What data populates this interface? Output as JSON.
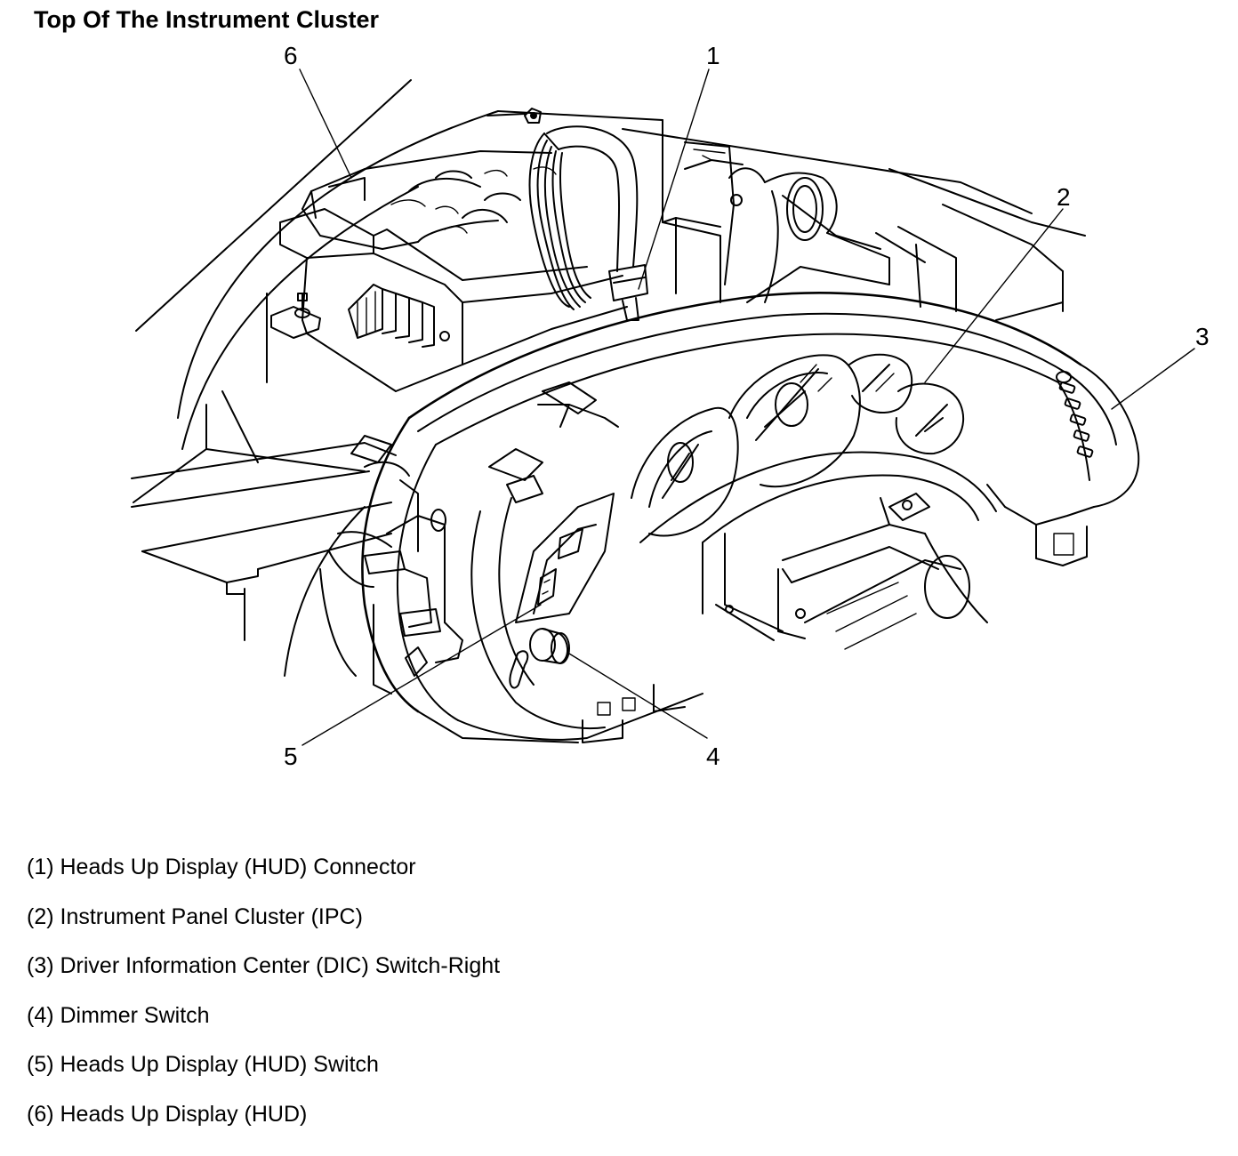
{
  "title": "Top Of The Instrument Cluster",
  "callouts": [
    {
      "id": "1",
      "label": "1"
    },
    {
      "id": "2",
      "label": "2"
    },
    {
      "id": "3",
      "label": "3"
    },
    {
      "id": "4",
      "label": "4"
    },
    {
      "id": "5",
      "label": "5"
    },
    {
      "id": "6",
      "label": "6"
    }
  ],
  "legend": [
    "(1) Heads Up Display (HUD) Connector",
    "(2) Instrument Panel Cluster (IPC)",
    "(3) Driver Information Center (DIC) Switch-Right",
    "(4) Dimmer Switch",
    "(5) Heads Up Display (HUD) Switch",
    "(6) Heads Up Display (HUD)"
  ]
}
